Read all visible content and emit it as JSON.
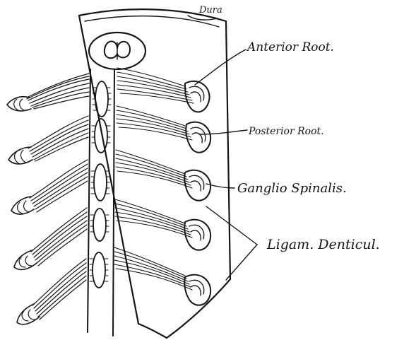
{
  "labels": {
    "dura": "Dura",
    "anterior_root": "Anterior Root.",
    "posterior_root": "Posterior Root.",
    "ganglion": "Ganglio Spinalis.",
    "ligament": "Ligam. Denticul."
  },
  "colors": {
    "ink": "#151515",
    "paper": "#ffffff"
  }
}
